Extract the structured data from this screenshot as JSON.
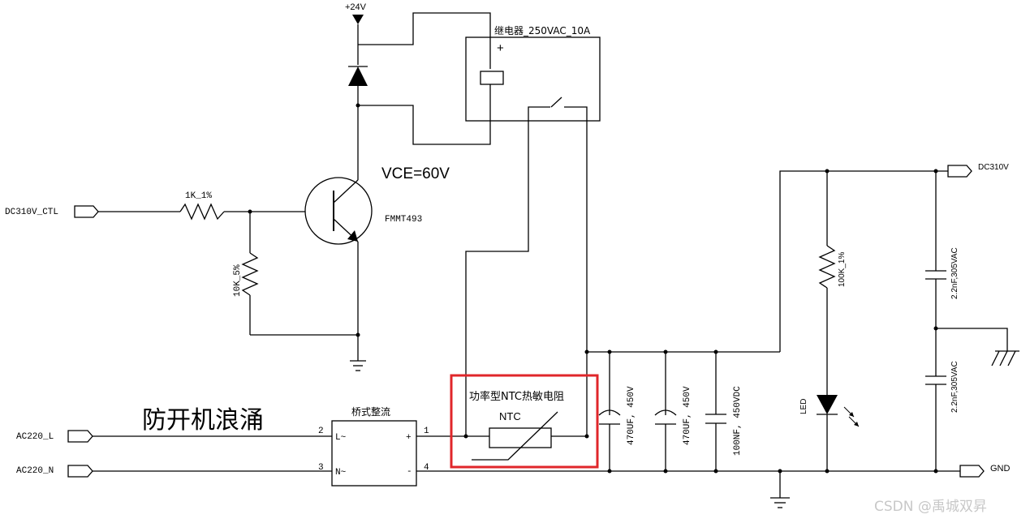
{
  "labels": {
    "supply": "+24V",
    "relay": "继电器_250VAC_10A",
    "relay_plus": "+",
    "vce": "VCE=60V",
    "transistor": "FMMT493",
    "ctl_port": "DC310V_CTL",
    "r1": "1K_1%",
    "r2": "10K_5%",
    "title": "防开机浪涌",
    "rectifier": "桥式整流",
    "ac_l": "AC220_L",
    "ac_n": "AC220_N",
    "pin1": "1",
    "pin2": "2",
    "pin3": "3",
    "pin4": "4",
    "pin_l": "L~",
    "pin_n": "N~",
    "pin_plus": "+",
    "pin_minus": "-",
    "ntc_title": "功率型NTC热敏电阻",
    "ntc": "NTC",
    "c1": "470UF, 450V",
    "c2": "470UF, 450V",
    "c3": "100NF, 450VDC",
    "dc_port": "DC310V",
    "r3": "100K_1%",
    "led": "LED",
    "c4": "2.2nF,305VAC",
    "c5": "2.2nF,305VAC",
    "gnd": "GND",
    "watermark": "CSDN @禹城双昇"
  },
  "colors": {
    "wire": "#000000",
    "highlight": "#e0262a",
    "watermark": "#c8c8c8"
  }
}
